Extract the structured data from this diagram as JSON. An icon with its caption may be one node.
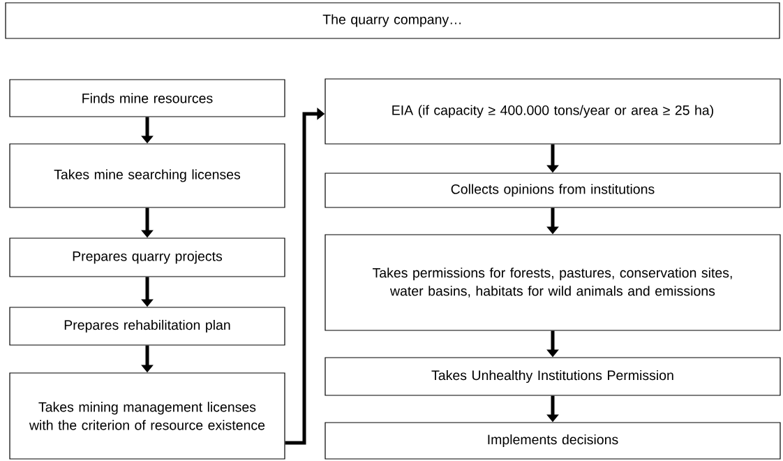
{
  "diagram": {
    "nodes": [
      {
        "text": [
          "The quarry company…"
        ]
      },
      {
        "text": [
          "Finds mine resources"
        ]
      },
      {
        "text": [
          "Takes mine searching licenses"
        ]
      },
      {
        "text": [
          "Prepares quarry projects"
        ]
      },
      {
        "text": [
          "Prepares rehabilitation plan"
        ]
      },
      {
        "text": [
          "Takes mining management licenses with the criterion of resource existence"
        ]
      },
      {
        "text": [
          "EIA (if capacity ≥ 400.000 tons/year or area ≥ 25 ha)"
        ]
      },
      {
        "text": [
          "Collects opinions from institutions"
        ]
      },
      {
        "text": [
          "Takes permissions for forests, pastures, conservation sites, water basins, habitats for wild animals and emissions"
        ]
      },
      {
        "text": [
          "Takes Unhealthy Institutions Permission"
        ]
      },
      {
        "text": [
          "Implements decisions"
        ]
      }
    ],
    "edges": [
      {
        "from": 1,
        "to": 2,
        "arrow": "to"
      },
      {
        "from": 2,
        "to": 3,
        "arrow": "to"
      },
      {
        "from": 3,
        "to": 4,
        "arrow": "to"
      },
      {
        "from": 4,
        "to": 5,
        "arrow": "to"
      },
      {
        "from": 5,
        "to": 6,
        "arrow": "to"
      },
      {
        "from": 6,
        "to": 7,
        "arrow": "to"
      },
      {
        "from": 7,
        "to": 8,
        "arrow": "to"
      },
      {
        "from": 8,
        "to": 9,
        "arrow": "to"
      },
      {
        "from": 9,
        "to": 10,
        "arrow": "to"
      }
    ]
  }
}
